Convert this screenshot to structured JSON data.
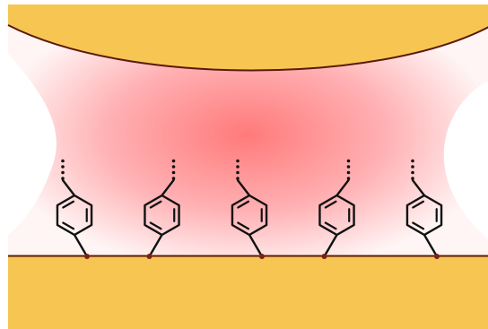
{
  "colors": {
    "background": "#ffffff",
    "gold": "#f7c552",
    "outline": "#5a1a0c",
    "glow_core": "#ff7a7a",
    "glow_edge": "#fff5f5",
    "molecule": "#111111",
    "anchor_dot": "#7a2314"
  },
  "diagram": {
    "molecule_count": 5,
    "tilt_pattern": [
      "left",
      "right",
      "left",
      "right",
      "left"
    ],
    "icons": [
      "tip-surface",
      "substrate",
      "benzene-ring-icon",
      "anchor-atom-icon",
      "vertical-dots-icon"
    ]
  }
}
